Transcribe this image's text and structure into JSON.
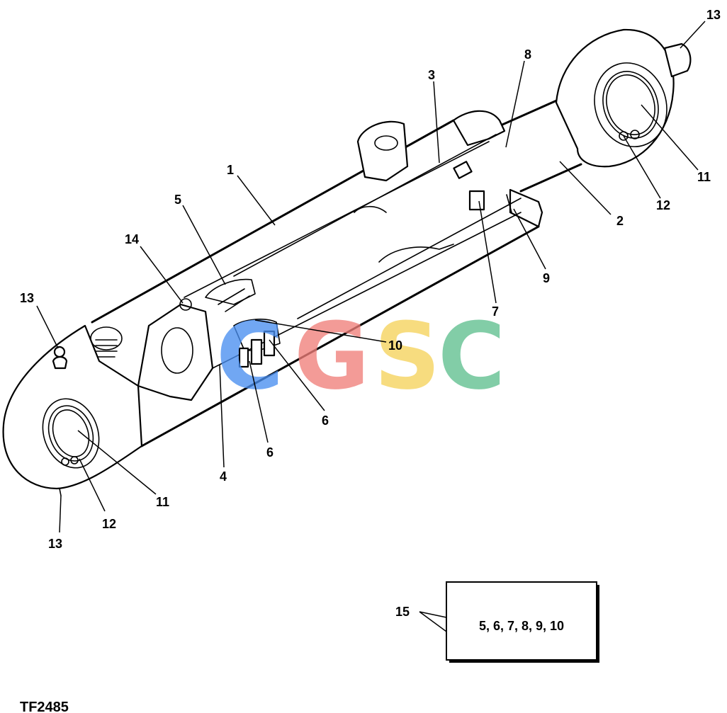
{
  "figure": {
    "id": "TF2485"
  },
  "callouts": {
    "c1": "1",
    "c2": "2",
    "c3": "3",
    "c4": "4",
    "c5": "5",
    "c6a": "6",
    "c6b": "6",
    "c7": "7",
    "c8": "8",
    "c9": "9",
    "c10": "10",
    "c11a": "11",
    "c11b": "11",
    "c12a": "12",
    "c12b": "12",
    "c13a": "13",
    "c13b": "13",
    "c13c": "13",
    "c14": "14",
    "c15": "15"
  },
  "kit_box": {
    "label": "5, 6, 7, 8, 9, 10"
  },
  "watermark": {
    "letters": [
      "C",
      "G",
      "S",
      "C"
    ],
    "colors": [
      "#4a8ff0",
      "#f07f7a",
      "#f5d35c",
      "#5fbf8f"
    ]
  }
}
